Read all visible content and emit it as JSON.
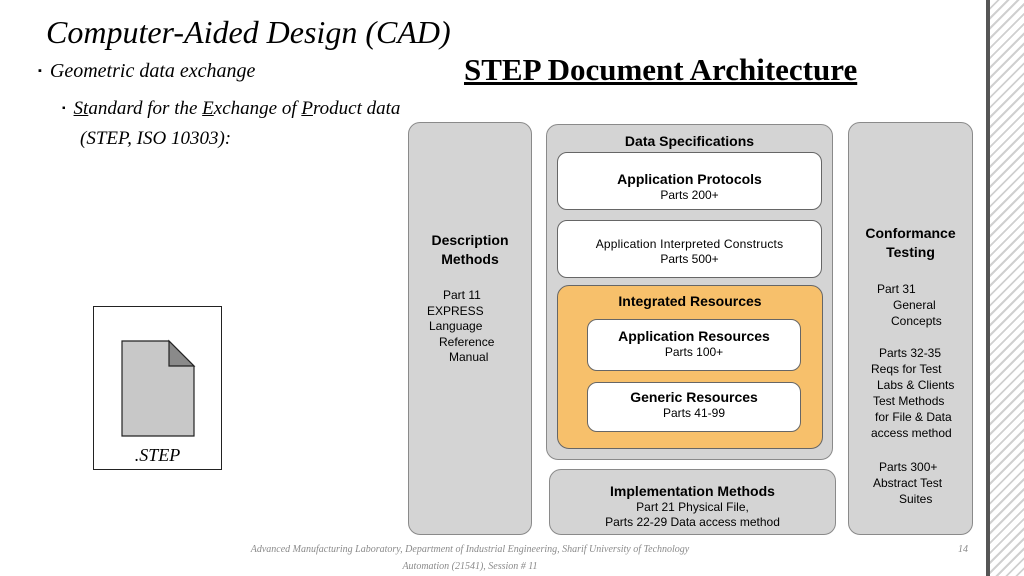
{
  "slide": {
    "title": "Computer-Aided Design (CAD)",
    "bullet1": "Geometric data exchange",
    "bullet2": {
      "parts": [
        {
          "u": "St",
          "t": "andard for the "
        },
        {
          "u": "E",
          "t": "xchange of "
        },
        {
          "u": "P",
          "t": "roduct data"
        }
      ],
      "line2": "(STEP, ISO 10303):"
    },
    "bullet_marker": "▪",
    "file_label": ".STEP",
    "diagram_title": "STEP Document Architecture",
    "page_number": "14",
    "footer_line1": "Advanced Manufacturing Laboratory, Department of Industrial Engineering, Sharif University of Technology",
    "footer_line2": "Automation (21541), Session # 11"
  },
  "diagram": {
    "description": {
      "title_lines": [
        "Description",
        "Methods"
      ],
      "body_lines": [
        "Part 11",
        "EXPRESS",
        "Language",
        "Reference",
        "Manual"
      ]
    },
    "data_specifications": {
      "title": "Data Specifications",
      "application_protocols": {
        "title": "Application Protocols",
        "parts": "Parts 200+"
      },
      "aic": {
        "title": "Application Interpreted Constructs",
        "parts": "Parts 500+"
      },
      "integrated_resources": {
        "title": "Integrated Resources",
        "application_resources": {
          "title": "Application Resources",
          "parts": "Parts 100+"
        },
        "generic_resources": {
          "title": "Generic Resources",
          "parts": "Parts 41-99"
        }
      }
    },
    "implementation": {
      "title": "Implementation Methods",
      "line1": "Part 21 Physical File,",
      "line2": "Parts 22-29 Data access method"
    },
    "conformance": {
      "title_lines": [
        "Conformance",
        "Testing"
      ],
      "group1": [
        "Part 31",
        "General",
        "Concepts"
      ],
      "group2": [
        "Parts 32-35",
        "Reqs for Test",
        "Labs & Clients",
        "Test Methods",
        "for File & Data",
        "access method"
      ],
      "group3": [
        "Parts 300+",
        "Abstract Test",
        "Suites"
      ]
    }
  },
  "colors": {
    "column_fill": "#d4d4d4",
    "integrated_fill": "#f7c06b",
    "box_fill": "#ffffff"
  }
}
